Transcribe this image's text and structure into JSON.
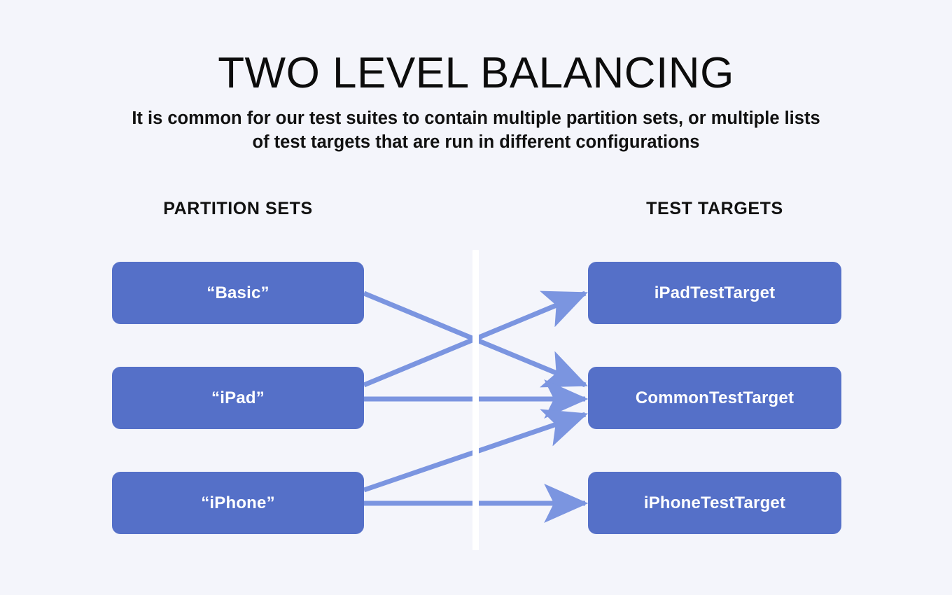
{
  "slide": {
    "title": "TWO LEVEL BALANCING",
    "subtitle": "It is common for our test suites to contain multiple partition sets, or multiple lists of test targets that are run in different configurations",
    "background_color": "#f4f5fb",
    "node_color": "#5570c8",
    "arrow_color": "#7b95e0",
    "divider_color": "#ffffff",
    "text_color": "#111111",
    "node_text_color": "#ffffff"
  },
  "columns": {
    "left_label": "PARTITION SETS",
    "right_label": "TEST TARGETS"
  },
  "partition_sets": [
    {
      "id": "basic",
      "label": "“Basic”"
    },
    {
      "id": "ipad",
      "label": "“iPad”"
    },
    {
      "id": "iphone",
      "label": "“iPhone”"
    }
  ],
  "test_targets": [
    {
      "id": "ipadtarget",
      "label": "iPadTestTarget"
    },
    {
      "id": "commontarget",
      "label": "CommonTestTarget"
    },
    {
      "id": "iphonetarget",
      "label": "iPhoneTestTarget"
    }
  ],
  "connections": [
    {
      "from": "basic",
      "to": "commontarget",
      "kind": "descending"
    },
    {
      "from": "ipad",
      "to": "ipadtarget",
      "kind": "ascending"
    },
    {
      "from": "ipad",
      "to": "commontarget",
      "kind": "horizontal"
    },
    {
      "from": "iphone",
      "to": "commontarget",
      "kind": "ascending"
    },
    {
      "from": "iphone",
      "to": "iphonetarget",
      "kind": "horizontal"
    }
  ]
}
